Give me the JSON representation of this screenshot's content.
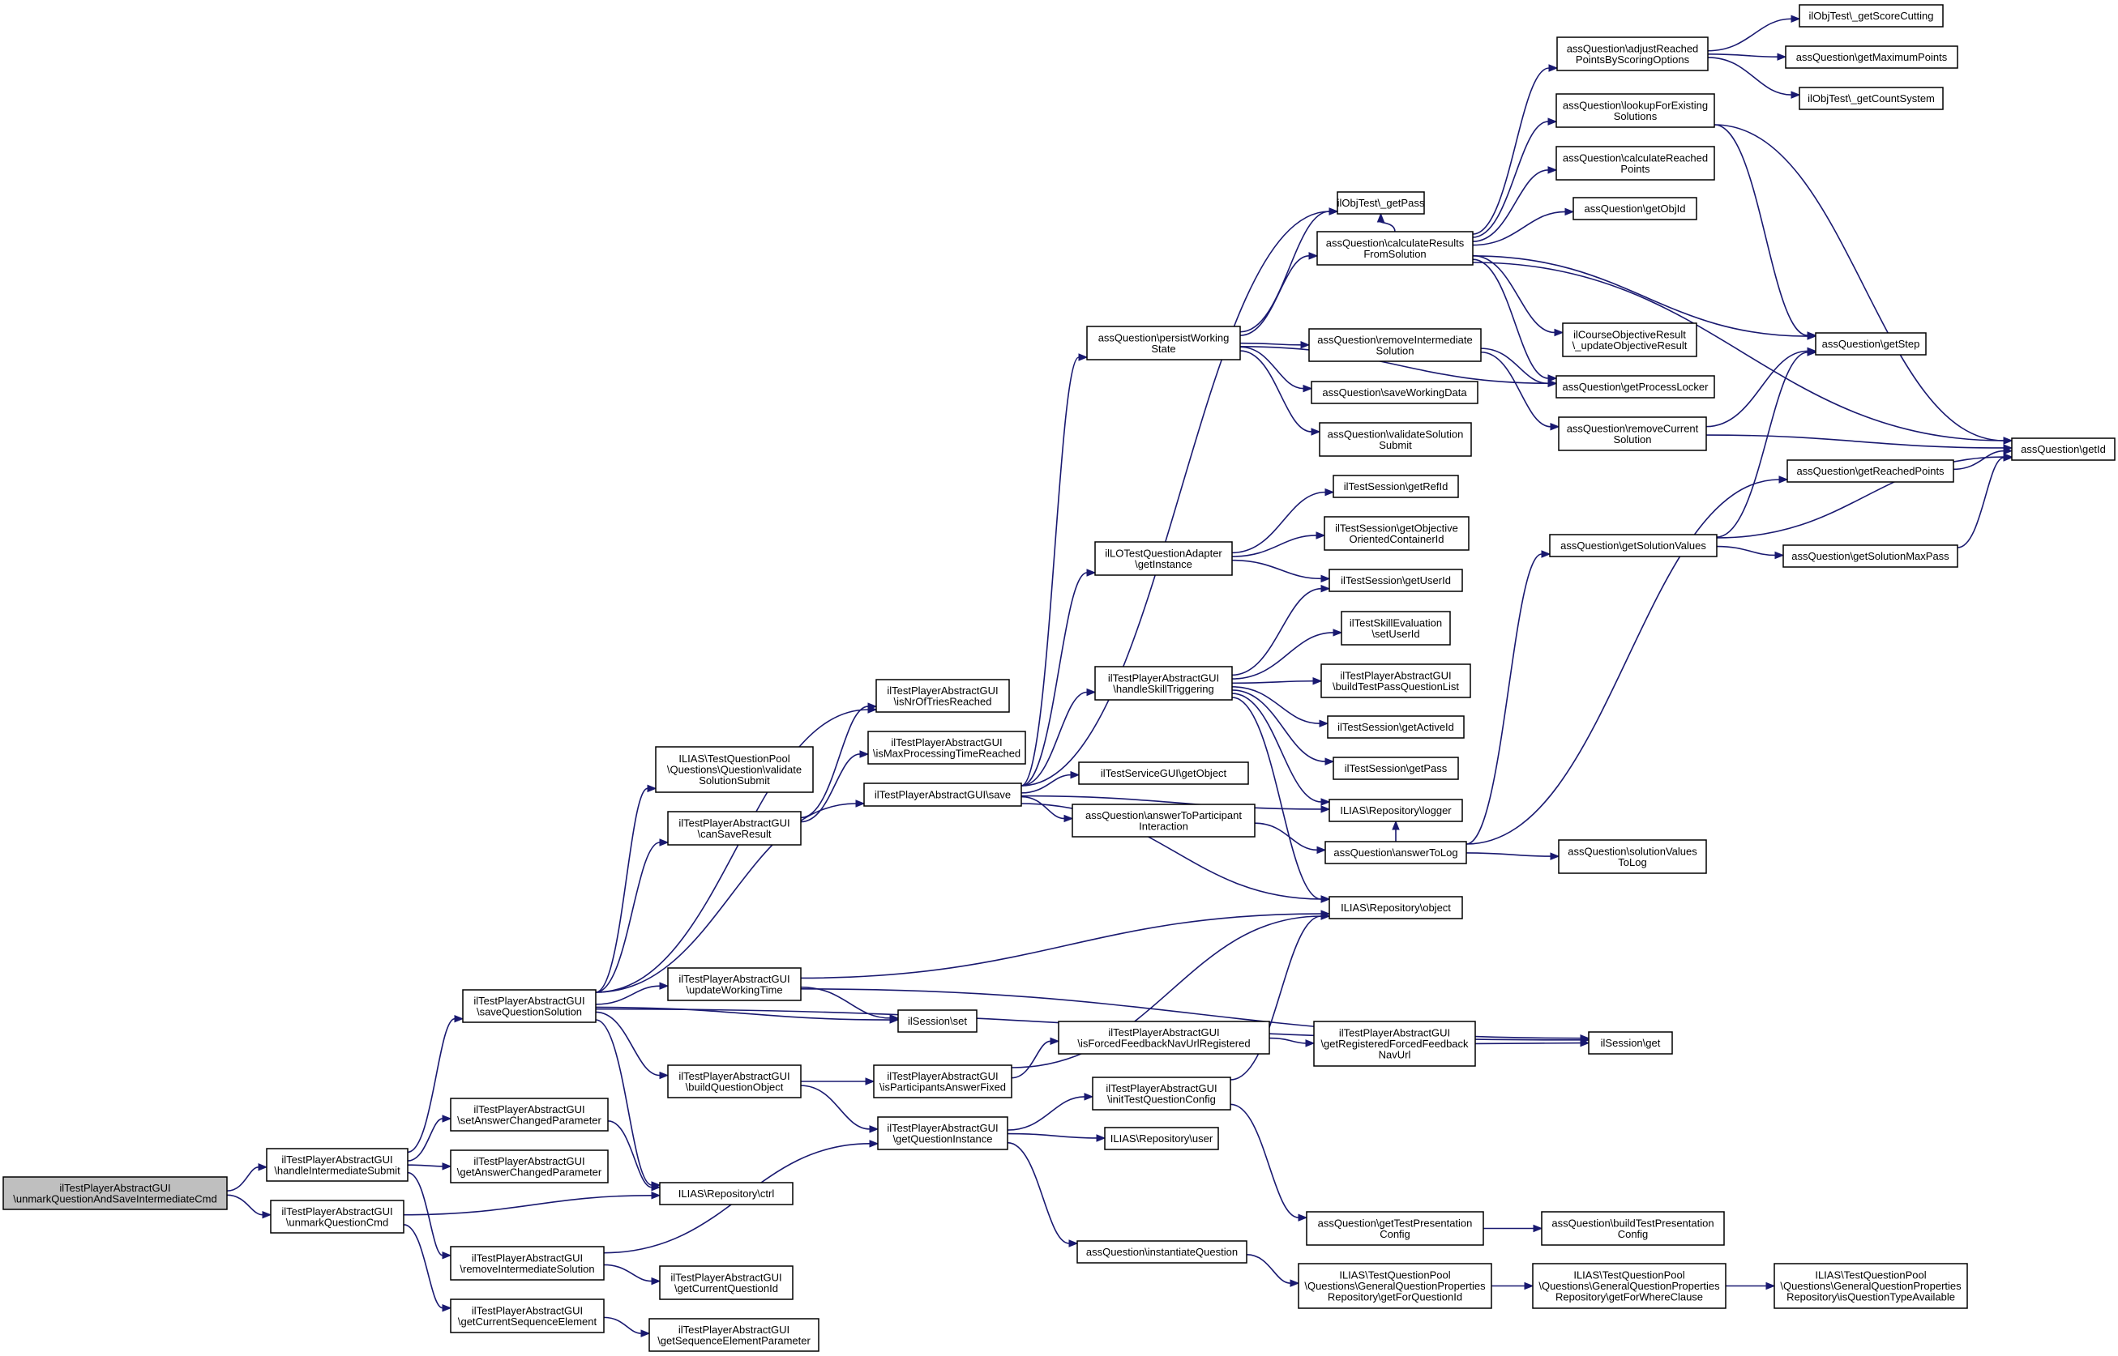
{
  "nodes": [
    {
      "id": "root",
      "lines": [
        "ilTestPlayerAbstractGUI",
        "\\unmarkQuestionAndSaveIntermediateCmd"
      ],
      "root": true
    },
    {
      "id": "handleIntermediateSubmit",
      "lines": [
        "ilTestPlayerAbstractGUI",
        "\\handleIntermediateSubmit"
      ]
    },
    {
      "id": "unmarkQuestionCmd",
      "lines": [
        "ilTestPlayerAbstractGUI",
        "\\unmarkQuestionCmd"
      ]
    },
    {
      "id": "saveQuestionSolution",
      "lines": [
        "ilTestPlayerAbstractGUI",
        "\\saveQuestionSolution"
      ]
    },
    {
      "id": "setAnswerChangedParameter",
      "lines": [
        "ilTestPlayerAbstractGUI",
        "\\setAnswerChangedParameter"
      ]
    },
    {
      "id": "getAnswerChangedParameter",
      "lines": [
        "ilTestPlayerAbstractGUI",
        "\\getAnswerChangedParameter"
      ]
    },
    {
      "id": "removeIntermediateSolution_gui",
      "lines": [
        "ilTestPlayerAbstractGUI",
        "\\removeIntermediateSolution"
      ]
    },
    {
      "id": "getCurrentSequenceElement",
      "lines": [
        "ilTestPlayerAbstractGUI",
        "\\getCurrentSequenceElement"
      ]
    },
    {
      "id": "repoCtrl",
      "lines": [
        "ILIAS\\Repository\\ctrl"
      ]
    },
    {
      "id": "getCurrentQuestionId",
      "lines": [
        "ilTestPlayerAbstractGUI",
        "\\getCurrentQuestionId"
      ]
    },
    {
      "id": "getSequenceElementParameter",
      "lines": [
        "ilTestPlayerAbstractGUI",
        "\\getSequenceElementParameter"
      ]
    },
    {
      "id": "validateSolutionSubmitPool",
      "lines": [
        "ILIAS\\TestQuestionPool",
        "\\Questions\\Question\\validate",
        "SolutionSubmit"
      ]
    },
    {
      "id": "canSaveResult",
      "lines": [
        "ilTestPlayerAbstractGUI",
        "\\canSaveResult"
      ]
    },
    {
      "id": "updateWorkingTime",
      "lines": [
        "ilTestPlayerAbstractGUI",
        "\\updateWorkingTime"
      ]
    },
    {
      "id": "buildQuestionObject",
      "lines": [
        "ilTestPlayerAbstractGUI",
        "\\buildQuestionObject"
      ]
    },
    {
      "id": "isNrOfTriesReached",
      "lines": [
        "ilTestPlayerAbstractGUI",
        "\\isNrOfTriesReached"
      ]
    },
    {
      "id": "isMaxProcessingTimeReached",
      "lines": [
        "ilTestPlayerAbstractGUI",
        "\\isMaxProcessingTimeReached"
      ]
    },
    {
      "id": "guiSave",
      "lines": [
        "ilTestPlayerAbstractGUI\\save"
      ]
    },
    {
      "id": "sessionSet",
      "lines": [
        "ilSession\\set"
      ]
    },
    {
      "id": "isParticipantsAnswerFixed",
      "lines": [
        "ilTestPlayerAbstractGUI",
        "\\isParticipantsAnswerFixed"
      ]
    },
    {
      "id": "getQuestionInstance",
      "lines": [
        "ilTestPlayerAbstractGUI",
        "\\getQuestionInstance"
      ]
    },
    {
      "id": "persistWorkingState",
      "lines": [
        "assQuestion\\persistWorking",
        "State"
      ]
    },
    {
      "id": "getInstance",
      "lines": [
        "ilLOTestQuestionAdapter",
        "\\getInstance"
      ]
    },
    {
      "id": "handleSkillTriggering",
      "lines": [
        "ilTestPlayerAbstractGUI",
        "\\handleSkillTriggering"
      ]
    },
    {
      "id": "serviceGetObject",
      "lines": [
        "ilTestServiceGUI\\getObject"
      ]
    },
    {
      "id": "answerToParticipantInteraction",
      "lines": [
        "assQuestion\\answerToParticipant",
        "Interaction"
      ]
    },
    {
      "id": "isForcedFeedbackNavUrlRegistered",
      "lines": [
        "ilTestPlayerAbstractGUI",
        "\\isForcedFeedbackNavUrlRegistered"
      ]
    },
    {
      "id": "initTestQuestionConfig",
      "lines": [
        "ilTestPlayerAbstractGUI",
        "\\initTestQuestionConfig"
      ]
    },
    {
      "id": "repoUser",
      "lines": [
        "ILIAS\\Repository\\user"
      ]
    },
    {
      "id": "instantiateQuestion",
      "lines": [
        "assQuestion\\instantiateQuestion"
      ]
    },
    {
      "id": "getPass",
      "lines": [
        "ilObjTest\\_getPass"
      ]
    },
    {
      "id": "calculateResultsFromSolution",
      "lines": [
        "assQuestion\\calculateResults",
        "FromSolution"
      ]
    },
    {
      "id": "removeIntermediateSolution_q",
      "lines": [
        "assQuestion\\removeIntermediate",
        "Solution"
      ]
    },
    {
      "id": "saveWorkingData",
      "lines": [
        "assQuestion\\saveWorkingData"
      ]
    },
    {
      "id": "validateSolutionSubmit",
      "lines": [
        "assQuestion\\validateSolution",
        "Submit"
      ]
    },
    {
      "id": "getRefId",
      "lines": [
        "ilTestSession\\getRefId"
      ]
    },
    {
      "id": "getObjectiveOrientedContainerId",
      "lines": [
        "ilTestSession\\getObjective",
        "OrientedContainerId"
      ]
    },
    {
      "id": "getUserId",
      "lines": [
        "ilTestSession\\getUserId"
      ]
    },
    {
      "id": "setUserId",
      "lines": [
        "ilTestSkillEvaluation",
        "\\setUserId"
      ]
    },
    {
      "id": "buildTestPassQuestionList",
      "lines": [
        "ilTestPlayerAbstractGUI",
        "\\buildTestPassQuestionList"
      ]
    },
    {
      "id": "getActiveId",
      "lines": [
        "ilTestSession\\getActiveId"
      ]
    },
    {
      "id": "sessionGetPass",
      "lines": [
        "ilTestSession\\getPass"
      ]
    },
    {
      "id": "repoLogger",
      "lines": [
        "ILIAS\\Repository\\logger"
      ]
    },
    {
      "id": "answerToLog",
      "lines": [
        "assQuestion\\answerToLog"
      ]
    },
    {
      "id": "repoObject",
      "lines": [
        "ILIAS\\Repository\\object"
      ]
    },
    {
      "id": "getRegisteredForcedFeedbackNavUrl",
      "lines": [
        "ilTestPlayerAbstractGUI",
        "\\getRegisteredForcedFeedback",
        "NavUrl"
      ]
    },
    {
      "id": "getTestPresentationConfig",
      "lines": [
        "assQuestion\\getTestPresentation",
        "Config"
      ]
    },
    {
      "id": "getForQuestionId",
      "lines": [
        "ILIAS\\TestQuestionPool",
        "\\Questions\\GeneralQuestionProperties",
        "Repository\\getForQuestionId"
      ]
    },
    {
      "id": "adjustReachedPoints",
      "lines": [
        "assQuestion\\adjustReached",
        "PointsByScoringOptions"
      ]
    },
    {
      "id": "lookupForExistingSolutions",
      "lines": [
        "assQuestion\\lookupForExisting",
        "Solutions"
      ]
    },
    {
      "id": "calculateReachedPoints",
      "lines": [
        "assQuestion\\calculateReached",
        "Points"
      ]
    },
    {
      "id": "getObjId",
      "lines": [
        "assQuestion\\getObjId"
      ]
    },
    {
      "id": "updateObjectiveResult",
      "lines": [
        "ilCourseObjectiveResult",
        "\\_updateObjectiveResult"
      ]
    },
    {
      "id": "getProcessLocker",
      "lines": [
        "assQuestion\\getProcessLocker"
      ]
    },
    {
      "id": "removeCurrentSolution",
      "lines": [
        "assQuestion\\removeCurrent",
        "Solution"
      ]
    },
    {
      "id": "getSolutionValues",
      "lines": [
        "assQuestion\\getSolutionValues"
      ]
    },
    {
      "id": "solutionValuesToLog",
      "lines": [
        "assQuestion\\solutionValues",
        "ToLog"
      ]
    },
    {
      "id": "sessionGet",
      "lines": [
        "ilSession\\get"
      ]
    },
    {
      "id": "buildTestPresentationConfig",
      "lines": [
        "assQuestion\\buildTestPresentation",
        "Config"
      ]
    },
    {
      "id": "getForWhereClause",
      "lines": [
        "ILIAS\\TestQuestionPool",
        "\\Questions\\GeneralQuestionProperties",
        "Repository\\getForWhereClause"
      ]
    },
    {
      "id": "getScoreCutting",
      "lines": [
        "ilObjTest\\_getScoreCutting"
      ]
    },
    {
      "id": "getMaximumPoints",
      "lines": [
        "assQuestion\\getMaximumPoints"
      ]
    },
    {
      "id": "getCountSystem",
      "lines": [
        "ilObjTest\\_getCountSystem"
      ]
    },
    {
      "id": "getStep",
      "lines": [
        "assQuestion\\getStep"
      ]
    },
    {
      "id": "getReachedPoints",
      "lines": [
        "assQuestion\\getReachedPoints"
      ]
    },
    {
      "id": "getSolutionMaxPass",
      "lines": [
        "assQuestion\\getSolutionMaxPass"
      ]
    },
    {
      "id": "isQuestionTypeAvailable",
      "lines": [
        "ILIAS\\TestQuestionPool",
        "\\Questions\\GeneralQuestionProperties",
        "Repository\\isQuestionTypeAvailable"
      ]
    },
    {
      "id": "getId",
      "lines": [
        "assQuestion\\getId"
      ]
    }
  ],
  "edges": [
    [
      "root",
      "handleIntermediateSubmit"
    ],
    [
      "root",
      "unmarkQuestionCmd"
    ],
    [
      "handleIntermediateSubmit",
      "saveQuestionSolution"
    ],
    [
      "handleIntermediateSubmit",
      "setAnswerChangedParameter"
    ],
    [
      "handleIntermediateSubmit",
      "getAnswerChangedParameter"
    ],
    [
      "handleIntermediateSubmit",
      "removeIntermediateSolution_gui"
    ],
    [
      "unmarkQuestionCmd",
      "repoCtrl"
    ],
    [
      "unmarkQuestionCmd",
      "getCurrentSequenceElement"
    ],
    [
      "saveQuestionSolution",
      "validateSolutionSubmitPool"
    ],
    [
      "saveQuestionSolution",
      "canSaveResult"
    ],
    [
      "saveQuestionSolution",
      "isNrOfTriesReached"
    ],
    [
      "saveQuestionSolution",
      "guiSave"
    ],
    [
      "saveQuestionSolution",
      "updateWorkingTime"
    ],
    [
      "saveQuestionSolution",
      "sessionSet"
    ],
    [
      "saveQuestionSolution",
      "buildQuestionObject"
    ],
    [
      "saveQuestionSolution",
      "repoCtrl"
    ],
    [
      "saveQuestionSolution",
      "sessionGet"
    ],
    [
      "setAnswerChangedParameter",
      "repoCtrl"
    ],
    [
      "removeIntermediateSolution_gui",
      "getQuestionInstance"
    ],
    [
      "removeIntermediateSolution_gui",
      "getCurrentQuestionId"
    ],
    [
      "getCurrentSequenceElement",
      "getSequenceElementParameter"
    ],
    [
      "canSaveResult",
      "isNrOfTriesReached"
    ],
    [
      "canSaveResult",
      "isMaxProcessingTimeReached"
    ],
    [
      "updateWorkingTime",
      "sessionSet"
    ],
    [
      "updateWorkingTime",
      "repoObject"
    ],
    [
      "updateWorkingTime",
      "sessionGet"
    ],
    [
      "buildQuestionObject",
      "isParticipantsAnswerFixed"
    ],
    [
      "buildQuestionObject",
      "getQuestionInstance"
    ],
    [
      "guiSave",
      "persistWorkingState"
    ],
    [
      "guiSave",
      "getPass"
    ],
    [
      "guiSave",
      "getInstance"
    ],
    [
      "guiSave",
      "handleSkillTriggering"
    ],
    [
      "guiSave",
      "serviceGetObject"
    ],
    [
      "guiSave",
      "answerToParticipantInteraction"
    ],
    [
      "guiSave",
      "repoLogger"
    ],
    [
      "guiSave",
      "repoObject"
    ],
    [
      "isParticipantsAnswerFixed",
      "isForcedFeedbackNavUrlRegistered"
    ],
    [
      "isParticipantsAnswerFixed",
      "repoObject"
    ],
    [
      "getQuestionInstance",
      "initTestQuestionConfig"
    ],
    [
      "getQuestionInstance",
      "repoUser"
    ],
    [
      "getQuestionInstance",
      "instantiateQuestion"
    ],
    [
      "persistWorkingState",
      "getPass"
    ],
    [
      "persistWorkingState",
      "calculateResultsFromSolution"
    ],
    [
      "persistWorkingState",
      "removeIntermediateSolution_q"
    ],
    [
      "persistWorkingState",
      "saveWorkingData"
    ],
    [
      "persistWorkingState",
      "validateSolutionSubmit"
    ],
    [
      "persistWorkingState",
      "getProcessLocker"
    ],
    [
      "getInstance",
      "getRefId"
    ],
    [
      "getInstance",
      "getObjectiveOrientedContainerId"
    ],
    [
      "getInstance",
      "getUserId"
    ],
    [
      "handleSkillTriggering",
      "getUserId"
    ],
    [
      "handleSkillTriggering",
      "setUserId"
    ],
    [
      "handleSkillTriggering",
      "buildTestPassQuestionList"
    ],
    [
      "handleSkillTriggering",
      "getActiveId"
    ],
    [
      "handleSkillTriggering",
      "sessionGetPass"
    ],
    [
      "handleSkillTriggering",
      "repoLogger"
    ],
    [
      "handleSkillTriggering",
      "repoObject"
    ],
    [
      "answerToParticipantInteraction",
      "answerToLog"
    ],
    [
      "isForcedFeedbackNavUrlRegistered",
      "getRegisteredForcedFeedbackNavUrl"
    ],
    [
      "initTestQuestionConfig",
      "repoObject"
    ],
    [
      "initTestQuestionConfig",
      "getTestPresentationConfig"
    ],
    [
      "instantiateQuestion",
      "getForQuestionId"
    ],
    [
      "calculateResultsFromSolution",
      "getPass"
    ],
    [
      "calculateResultsFromSolution",
      "adjustReachedPoints"
    ],
    [
      "calculateResultsFromSolution",
      "lookupForExistingSolutions"
    ],
    [
      "calculateResultsFromSolution",
      "calculateReachedPoints"
    ],
    [
      "calculateResultsFromSolution",
      "getObjId"
    ],
    [
      "calculateResultsFromSolution",
      "updateObjectiveResult"
    ],
    [
      "calculateResultsFromSolution",
      "getProcessLocker"
    ],
    [
      "calculateResultsFromSolution",
      "getStep"
    ],
    [
      "calculateResultsFromSolution",
      "getId"
    ],
    [
      "removeIntermediateSolution_q",
      "getProcessLocker"
    ],
    [
      "removeIntermediateSolution_q",
      "removeCurrentSolution"
    ],
    [
      "answerToLog",
      "getSolutionValues"
    ],
    [
      "answerToLog",
      "solutionValuesToLog"
    ],
    [
      "answerToLog",
      "repoLogger"
    ],
    [
      "answerToLog",
      "getReachedPoints"
    ],
    [
      "getRegisteredForcedFeedbackNavUrl",
      "sessionGet"
    ],
    [
      "getTestPresentationConfig",
      "buildTestPresentationConfig"
    ],
    [
      "getForQuestionId",
      "getForWhereClause"
    ],
    [
      "getForWhereClause",
      "isQuestionTypeAvailable"
    ],
    [
      "adjustReachedPoints",
      "getScoreCutting"
    ],
    [
      "adjustReachedPoints",
      "getMaximumPoints"
    ],
    [
      "adjustReachedPoints",
      "getCountSystem"
    ],
    [
      "lookupForExistingSolutions",
      "getStep"
    ],
    [
      "lookupForExistingSolutions",
      "getId"
    ],
    [
      "removeCurrentSolution",
      "getStep"
    ],
    [
      "removeCurrentSolution",
      "getId"
    ],
    [
      "getSolutionValues",
      "getStep"
    ],
    [
      "getSolutionValues",
      "getSolutionMaxPass"
    ],
    [
      "getSolutionValues",
      "getId"
    ],
    [
      "getReachedPoints",
      "getId"
    ],
    [
      "getSolutionMaxPass",
      "getId"
    ]
  ]
}
